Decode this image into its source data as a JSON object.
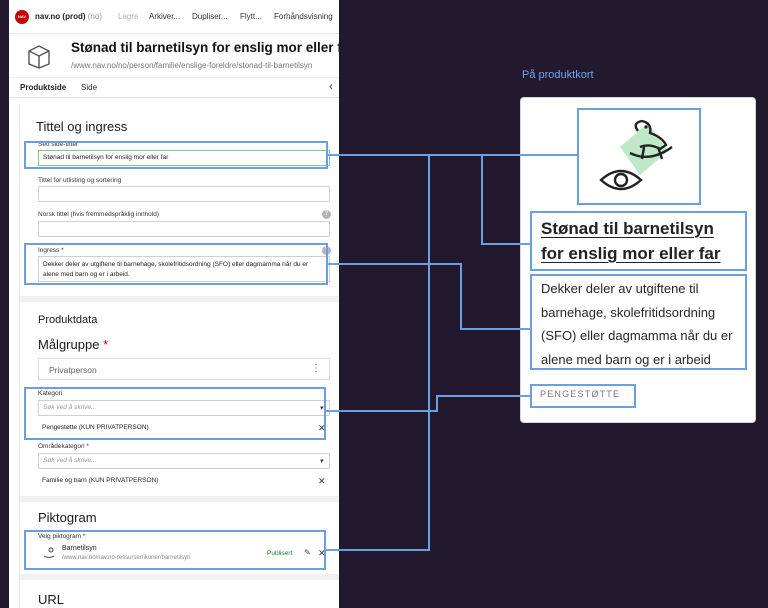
{
  "topbar": {
    "site": "nav.no (prod)",
    "env": "(no)",
    "items": [
      "Lagre",
      "Arkiver...",
      "Dupliser...",
      "Flytt...",
      "Forhåndsvisning"
    ]
  },
  "header": {
    "title": "Stønad til barnetilsyn for enslig mor eller far",
    "url": "/www.nav.no/no/person/familie/enslige-foreldre/stonad-til-barnetilsyn"
  },
  "tabs": {
    "produktside": "Produktside",
    "side": "Side"
  },
  "form": {
    "section_title": "Tittel og ingress",
    "sett_side_tittel_label": "Sett side-tittel",
    "sett_side_tittel_value": "Stønad til barnetilsyn for enslig mor eller far",
    "tittel_utlisting_label": "Tittel for utlisting og sortering",
    "norsk_tittel_label": "Norsk tittel (hvis fremmedspråklig innhold)",
    "ingress_label": "Ingress *",
    "ingress_value": "Dekker deler av utgiftene til barnehage, skolefritidsordning (SFO) eller dagmamma når du er alene med barn og er i arbeid.",
    "help_glyph": "?",
    "produktdata_title": "Produktdata",
    "malgruppe_title": "Målgruppe",
    "malgruppe_req": "*",
    "malgruppe_value": "Privatperson",
    "kategori_label": "Kategori",
    "kategori_placeholder": "Søk ved å skrive...",
    "kategori_value": "Pengestøtte (KUN PRIVATPERSON)",
    "omradekategori_label": "Områdekategori *",
    "omradekategori_placeholder": "Søk ved å skrive...",
    "omradekategori_value": "Familie og barn (KUN PRIVATPERSON)",
    "piktogram_title": "Piktogram",
    "piktogram_label": "Velg piktogram *",
    "piktogram_name": "Barnetilsyn",
    "piktogram_path": "/www.nav.no/nav.no-ressurser/ikoner/barnetilsyn",
    "piktogram_status": "Publisert",
    "url_title": "URL"
  },
  "card": {
    "label": "På produktkort",
    "title": "Stønad til barnetilsyn for enslig mor eller far",
    "description": "Dekker deler av utgiftene til barnehage, skolefritidsordning (SFO) eller dagmamma når du er alene med barn og er i arbeid",
    "tag": "PENGESTØTTE"
  },
  "colors": {
    "background": "#23192f",
    "highlight": "#6a9fe0",
    "card_label": "#6aa6f0",
    "required": "#c30000",
    "published": "#2e7d32"
  },
  "icons": [
    "nav-logo-icon",
    "box-icon",
    "collapse-chevron-icon",
    "help-icon",
    "kebab-menu-icon",
    "dropdown-chevron-icon",
    "close-icon",
    "edit-icon",
    "rocking-horse-icon",
    "eye-icon"
  ]
}
